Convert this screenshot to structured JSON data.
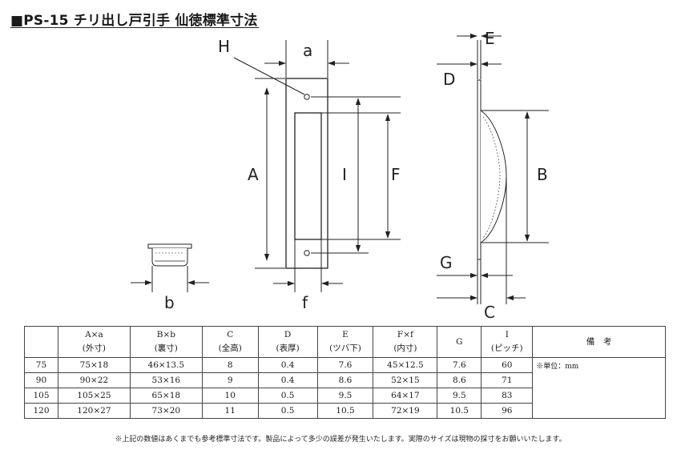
{
  "title": "■PS-15 チリ出し戸引手 仙徳標準寸法",
  "diagram_labels": {
    "H": "H",
    "a": "a",
    "A": "A",
    "I": "I",
    "F": "F",
    "f": "f",
    "b": "b",
    "E": "E",
    "D": "D",
    "B": "B",
    "G": "G",
    "C": "C"
  },
  "table": {
    "headers": [
      {
        "top": "",
        "bottom": ""
      },
      {
        "top": "A×a",
        "bottom": "(外寸)"
      },
      {
        "top": "B×b",
        "bottom": "(裏寸)"
      },
      {
        "top": "C",
        "bottom": "(全高)"
      },
      {
        "top": "D",
        "bottom": "(表厚)"
      },
      {
        "top": "E",
        "bottom": "(ツバ下)"
      },
      {
        "top": "F×f",
        "bottom": "(内寸)"
      },
      {
        "top": "G",
        "bottom": ""
      },
      {
        "top": "I",
        "bottom": "(ピッチ)"
      },
      {
        "top": "備　考",
        "bottom": ""
      }
    ],
    "rows": [
      [
        "75",
        "75×18",
        "46×13.5",
        "8",
        "0.4",
        "7.6",
        "45×12.5",
        "7.6",
        "60"
      ],
      [
        "90",
        "90×22",
        "53×16",
        "9",
        "0.4",
        "8.6",
        "52×15",
        "8.6",
        "71"
      ],
      [
        "105",
        "105×25",
        "65×18",
        "10",
        "0.5",
        "9.5",
        "64×17",
        "9.5",
        "83"
      ],
      [
        "120",
        "120×27",
        "73×20",
        "11",
        "0.5",
        "10.5",
        "72×19",
        "10.5",
        "96"
      ]
    ],
    "remarks": "※単位：mm"
  },
  "footnote": "※上記の数値はあくまでも参考標準寸法です。製品によって多少の誤差が発生いたします。実際のサイズは現物の採寸をお願いいたします。"
}
